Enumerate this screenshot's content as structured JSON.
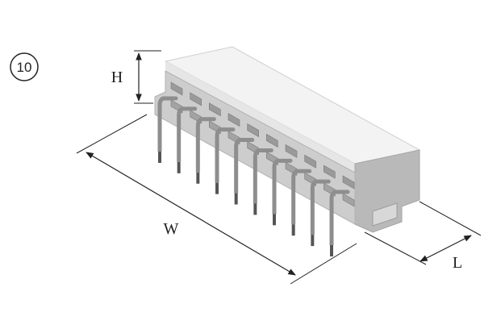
{
  "figure": {
    "badge_number": "10",
    "dimensions": {
      "height_label": "H",
      "width_label": "W",
      "length_label": "L"
    },
    "pin_count": 10,
    "colors": {
      "body_top": "#f2f2f2",
      "body_front": "#c9c9c9",
      "body_side": "#b4b4b4",
      "pin": "#8e8e8e",
      "pin_dark": "#555555",
      "line": "#222222"
    }
  }
}
